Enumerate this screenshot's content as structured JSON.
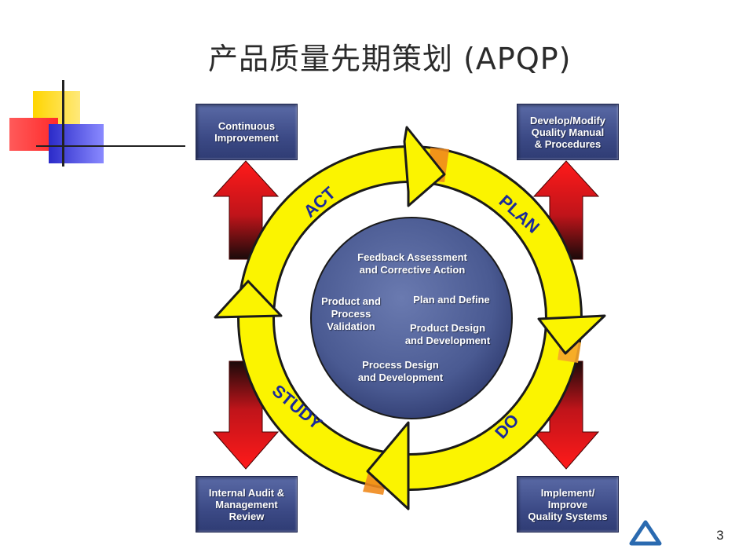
{
  "slide": {
    "title": "产品质量先期策划 (APQP)",
    "page_number": "3"
  },
  "boxes": {
    "top_left": "Continuous\nImprovement",
    "top_right": "Develop/Modify\nQuality Manual\n& Procedures",
    "bottom_left": "Internal Audit &\nManagement\nReview",
    "bottom_right": "Implement/\nImprove\nQuality Systems"
  },
  "cycle": {
    "labels": [
      "ACT",
      "PLAN",
      "DO",
      "STUDY"
    ]
  },
  "center": {
    "feedback": "Feedback Assessment\nand Corrective Action",
    "plan_define": "Plan and Define",
    "product_design": "Product Design\nand Development",
    "process_design": "Process Design\nand Development",
    "validation": "Product and\nProcess\nValidation"
  },
  "colors": {
    "ring_yellow": "#fbf400",
    "ring_outline": "#1a1a1a",
    "ring_orange": "#f08a1c",
    "cycle_text": "#1a2a9a",
    "center_circle": "#4a5a92",
    "box_blue": "#3c4a86",
    "arrow_red": "#e8141a"
  },
  "icons": {
    "logo": "triangle-logo-icon"
  }
}
